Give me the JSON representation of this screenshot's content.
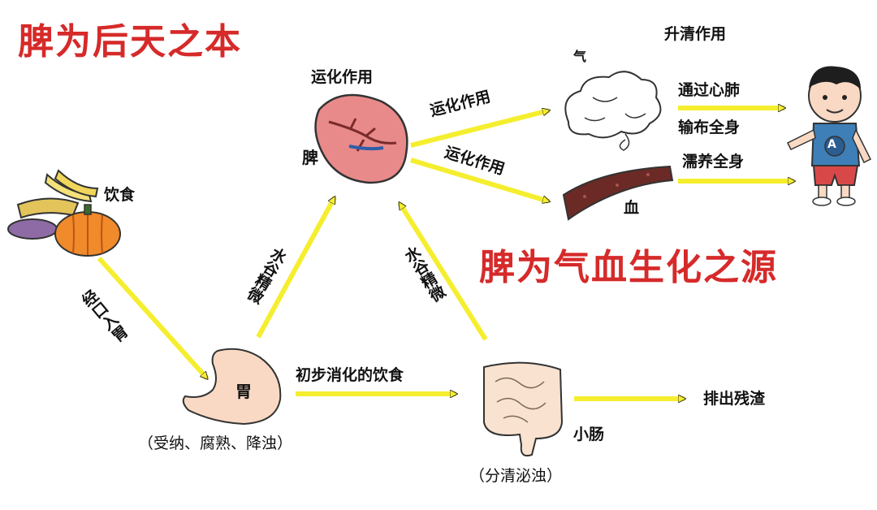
{
  "titles": {
    "spleen_foundation": "脾为后天之本",
    "spleen_source": "脾为气血生化之源"
  },
  "nodes": {
    "food": "饮食",
    "stomach": "胃",
    "stomach_functions": "（受纳、腐熟、降浊）",
    "spleen": "脾",
    "small_intestine": "小肠",
    "small_intestine_function": "（分清泌浊）",
    "qi": "气",
    "blood": "血"
  },
  "edge_labels": {
    "mouth_to_stomach": "经口入胃",
    "stomach_to_spleen": "水谷精微",
    "intestine_to_spleen": "水谷精微",
    "stomach_to_intestine": "初步消化的饮食",
    "intestine_out": "排出残渣",
    "spleen_top": "运化作用",
    "spleen_to_qi": "运化作用",
    "spleen_to_blood": "运化作用",
    "qi_up": "升清作用",
    "qi_to_body_1": "通过心肺",
    "qi_to_body_2": "输布全身",
    "blood_to_body": "濡养全身"
  },
  "person": {
    "shirt_letter": "A"
  },
  "colors": {
    "title_red": "#d62a2a",
    "arrow_yellow": "#f5ee2e",
    "spleen_pink": "#e98a8a",
    "blood_brown": "#6b2a25",
    "stomach_skin": "#f9d9c4",
    "pumpkin": "#f08a2a"
  }
}
